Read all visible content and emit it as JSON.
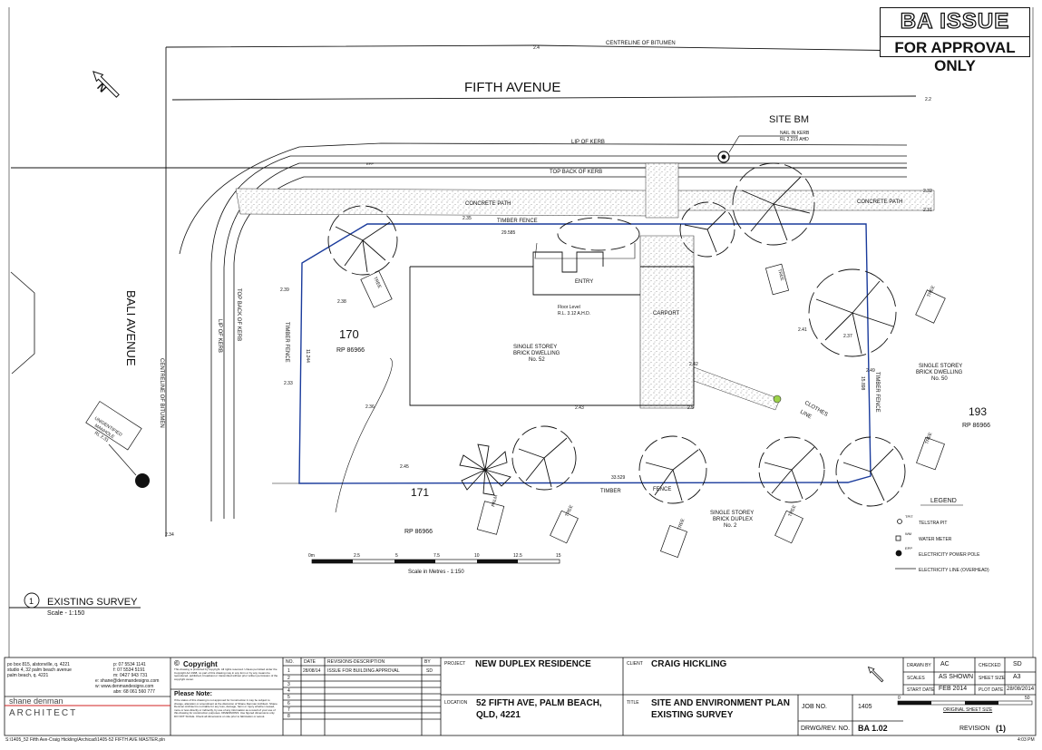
{
  "stamp": {
    "line1": "BA ISSUE",
    "line2": "FOR APPROVAL ONLY"
  },
  "plan": {
    "street_top": "FIFTH AVENUE",
    "street_left": "BALI AVENUE",
    "centreline_top": "CENTRELINE OF BITUMEN",
    "centreline_left": "CENTRELINE OF BITUMEN",
    "lip_of_kerb_top": "LIP OF KERB",
    "top_back_kerb_top": "TOP BACK OF KERB",
    "lip_of_kerb_left": "LIP OF KERB",
    "top_back_kerb_left": "TOP BACK OF KERB",
    "site_bm": "SITE BM",
    "nail_in_kerb": "NAIL IN KERB",
    "rl_bm": "RL 2.215 AHD",
    "concrete_path_1": "CONCRETE PATH",
    "concrete_path_2": "CONCRETE PATH",
    "timber_fence_top": "TIMBER FENCE",
    "dim_top": "29.585",
    "timber_fence_left": "TIMBER FENCE",
    "dim_left": "11.244",
    "timber_fence_right": "TIMBER FENCE",
    "dim_right": "15.898",
    "dim_bottom": "33.529",
    "timber_bottom": "TIMBER",
    "fence_bottom": "FENCE",
    "lot_170": "170",
    "rp_170": "RP 86966",
    "lot_171": "171",
    "rp_171": "RP 86966",
    "lot_193": "193",
    "rp_193": "RP 86966",
    "dwelling_main": [
      "SINGLE STOREY",
      "BRICK DWELLING",
      "No. 52"
    ],
    "dwelling_50": [
      "SINGLE STOREY",
      "BRICK DWELLING",
      "No. 50"
    ],
    "duplex": [
      "SINGLE STOREY",
      "BRICK DUPLEX",
      "No. 2"
    ],
    "entry": "ENTRY",
    "floor_level": [
      "Floor Level",
      "R.L. 3.12 A.H.D."
    ],
    "carport": "CARPORT",
    "clothes_line": [
      "CLOTHES",
      "LINE"
    ],
    "manhole": [
      "UNIDENTIFIED",
      "MANHOLE",
      "RL 2.31"
    ],
    "epp": "EPP",
    "tree_label": "TREE",
    "palm_label": "PALM",
    "levels": [
      "2.2",
      "2.4",
      "2.35",
      "2.41",
      "2.37",
      "2.36",
      "2.38",
      "2.39",
      "2.34",
      "2.33",
      "2.32",
      "2.31",
      "2.45",
      "2.43",
      "2.42",
      "2.5",
      "2.49"
    ]
  },
  "scale_bar": {
    "ticks": [
      "0m",
      "2.5",
      "5",
      "7.5",
      "10",
      "12.5",
      "15"
    ],
    "caption": "Scale in Metres - 1:150"
  },
  "legend": {
    "title": "LEGEND",
    "items": [
      {
        "code": "TPIT",
        "label": "TELSTRA PIT"
      },
      {
        "code": "WM",
        "label": "WATER METER"
      },
      {
        "code": "EPP",
        "label": "ELECTRICITY POWER POLE"
      },
      {
        "code": "",
        "label": "ELECTRICITY LINE (OVERHEAD)"
      }
    ]
  },
  "view_title": {
    "number": "1",
    "title": "EXISTING SURVEY",
    "scale": "Scale - 1:150"
  },
  "title_block": {
    "address_lines": [
      "po box 815, alstonville, q. 4221",
      "studio 4, 32 palm beach avenue",
      "palm beach, q. 4221"
    ],
    "contact_lines": [
      "p: 07 5534 1141",
      "f: 07 5534 5191",
      "m: 0427 943 731",
      "e: shane@denmandesigns.com",
      "w: www.denmandesigns.com",
      "abn: 68 061 560 777"
    ],
    "firm_line1": "shane denman",
    "firm_line2": "ARCHITECT",
    "copyright_title": "Copyright",
    "copyright_text": "This drawing is protected by copyright. All rights reserved. Unless permitted under the Copyright Act 1968, no part of this drawing may in any form or by any means be reproduced, published, broadcast or transmitted without prior written permission of the copyright owner.",
    "note_title": "Please Note:",
    "note_text": "If the status of this drawing is not approved for Construction it may be subject to change, alteration or amendment at the discretion of Shane Denman Architect. Shane Denman Architect is not liable for any loss, damage, harm or injury whether caused, more or less directly or indirectly, by use of any information as a result of your use of this drawing for construction purposes. DIMENSIONS: Use figured dimensions only. DO NOT SCALE. Check all dimensions on site prior to fabrication or setout.",
    "rev_headers": [
      "NO.",
      "DATE",
      "REVISIONS-DESCRIPTION",
      "BY"
    ],
    "rev_rows": [
      {
        "no": "1",
        "date": "28/08/14",
        "desc": "ISSUE FOR BUILDING APPROVAL",
        "by": "SD"
      },
      {
        "no": "2",
        "date": "",
        "desc": "",
        "by": ""
      },
      {
        "no": "3",
        "date": "",
        "desc": "",
        "by": ""
      },
      {
        "no": "4",
        "date": "",
        "desc": "",
        "by": ""
      },
      {
        "no": "5",
        "date": "",
        "desc": "",
        "by": ""
      },
      {
        "no": "6",
        "date": "",
        "desc": "",
        "by": ""
      },
      {
        "no": "7",
        "date": "",
        "desc": "",
        "by": ""
      },
      {
        "no": "8",
        "date": "",
        "desc": "",
        "by": ""
      }
    ],
    "project_label": "PROJECT",
    "project": "NEW DUPLEX RESIDENCE",
    "client_label": "CLIENT",
    "client": "CRAIG HICKLING",
    "location_label": "LOCATION",
    "location": [
      "52 FIFTH AVE, PALM BEACH,",
      "QLD, 4221"
    ],
    "title_label": "TITLE",
    "title": [
      "SITE AND ENVIRONMENT PLAN",
      "EXISTING SURVEY"
    ],
    "job_label": "JOB NO.",
    "job_no": "1405",
    "drwg_label": "DRWG/REV. NO.",
    "drwg_no": "BA 1.02",
    "revision_label": "REVISION",
    "revision": "(1)",
    "drawn_by_label": "DRAWN BY",
    "drawn_by": "AC",
    "checked_label": "CHECKED",
    "checked": "SD",
    "scales_label": "SCALES",
    "scales": "AS SHOWN",
    "sheet_size_label": "SHEET SIZE",
    "sheet_size": "A3",
    "start_date_label": "START DATE",
    "start_date": "FEB 2014",
    "plot_date_label": "PLOT DATE",
    "plot_date": "28/08/2014",
    "bar_start": "0",
    "bar_end": "50",
    "original_sheet": "ORIGINAL SHEET SIZE"
  },
  "footer": {
    "path": "S:\\1405_52 Fifth Ave-Craig Hickling\\Archicad\\1405-52 FIFTH AVE MASTER.pln",
    "time": "4:03 PM"
  }
}
